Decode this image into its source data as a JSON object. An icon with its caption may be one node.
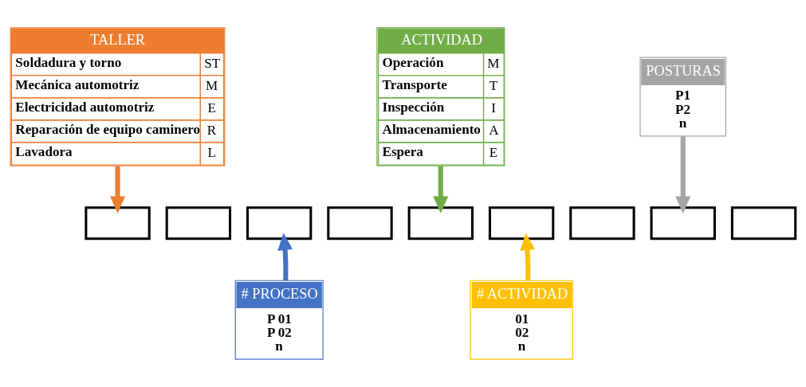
{
  "diagram": {
    "nodes": [
      {
        "text": [
          "TALLER",
          "Soldadura y torno",
          "ST",
          "Mecánica automotriz",
          "M",
          "Electricidad automotriz",
          "E",
          "Reparación de equipo caminero",
          "R",
          "Lavadora",
          "L"
        ]
      },
      {
        "text": [
          "ACTIVIDAD",
          "Operación",
          "M",
          "Transporte",
          "T",
          "Inspección",
          "I",
          "Almacenamiento",
          "A",
          "Espera",
          "E"
        ]
      },
      {
        "text": [
          "POSTURAS",
          "P1",
          "P2",
          "n"
        ]
      },
      {
        "text": [],
        "shape": "box"
      },
      {
        "text": [],
        "shape": "box"
      },
      {
        "text": [],
        "shape": "box"
      },
      {
        "text": [],
        "shape": "box"
      },
      {
        "text": [],
        "shape": "box"
      },
      {
        "text": [],
        "shape": "box"
      },
      {
        "text": [],
        "shape": "box"
      },
      {
        "text": [],
        "shape": "box"
      },
      {
        "text": [],
        "shape": "box"
      },
      {
        "text": [
          "# PROCESO",
          "P 01",
          "P 02",
          "n"
        ]
      },
      {
        "text": [
          "# ACTIVIDAD",
          "01",
          "02",
          "n"
        ]
      }
    ],
    "edges": [
      {
        "from": 0,
        "to": 3,
        "arrow": "to",
        "color": "#ed7d31"
      },
      {
        "from": 1,
        "to": 7,
        "arrow": "to",
        "color": "#70ad47"
      },
      {
        "from": 2,
        "to": 10,
        "arrow": "to",
        "color": "#a5a5a5"
      },
      {
        "from": 12,
        "to": 5,
        "arrow": "to",
        "color": "#4472c4"
      },
      {
        "from": 13,
        "to": 8,
        "arrow": "to",
        "color": "#ffc000"
      }
    ]
  }
}
